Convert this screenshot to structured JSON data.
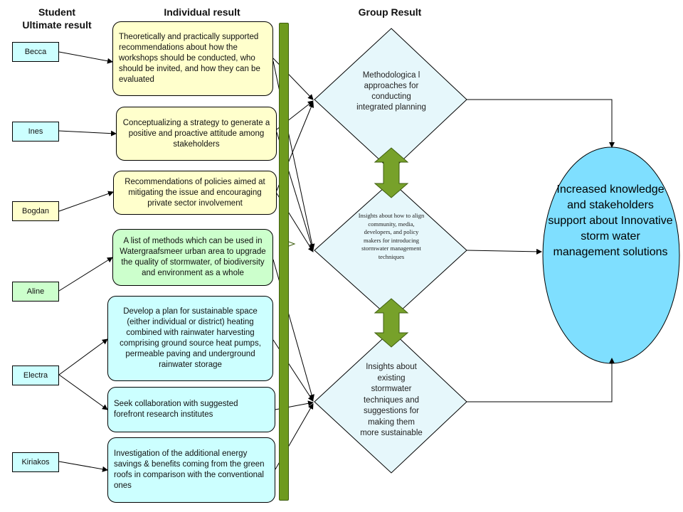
{
  "headers": {
    "student": "Student\nUltimate result",
    "individual": "Individual result",
    "group": "Group Result"
  },
  "students": [
    "Becca",
    "Ines",
    "Bogdan",
    "Aline",
    "Electra",
    "Kiriakos"
  ],
  "individual_results": [
    "Theoretically and practically supported recommendations about how the workshops should be conducted, who should be invited, and how they can be evaluated",
    "Conceptualizing a strategy to generate a positive and proactive attitude among stakeholders",
    "Recommendations of policies aimed at mitigating the issue and encouraging private sector involvement",
    "A list of methods which can be used in Watergraafsmeer urban area to upgrade the quality of stormwater, of biodiversity and environment as a whole",
    "Develop a plan for sustainable space (either individual or district) heating combined with rainwater harvesting comprising ground source heat pumps, permeable paving and underground rainwater storage",
    "Seek collaboration with suggested forefront research institutes",
    "Investigation of the additional energy savings & benefits coming from the green roofs in comparison with the conventional ones"
  ],
  "group_results": [
    "Methodologica l approaches for conducting integrated planning",
    "Insights about how to align community, media, developers, and policy makers for introducing stormwater management techniques",
    "Insights about existing stormwater techniques and suggestions for making them more sustainable"
  ],
  "outcome": "Increased knowledge and stakeholders support about Innovative storm water management solutions",
  "colors": {
    "yellow_box": "#ffffcc",
    "green_box": "#ccffcc",
    "blue_box": "#ccffff",
    "diamond_fill": "#e6f7fb",
    "ellipse_fill": "#7fdfff",
    "bar": "#6e9a1e",
    "arrow_fill": "#77a12a"
  }
}
